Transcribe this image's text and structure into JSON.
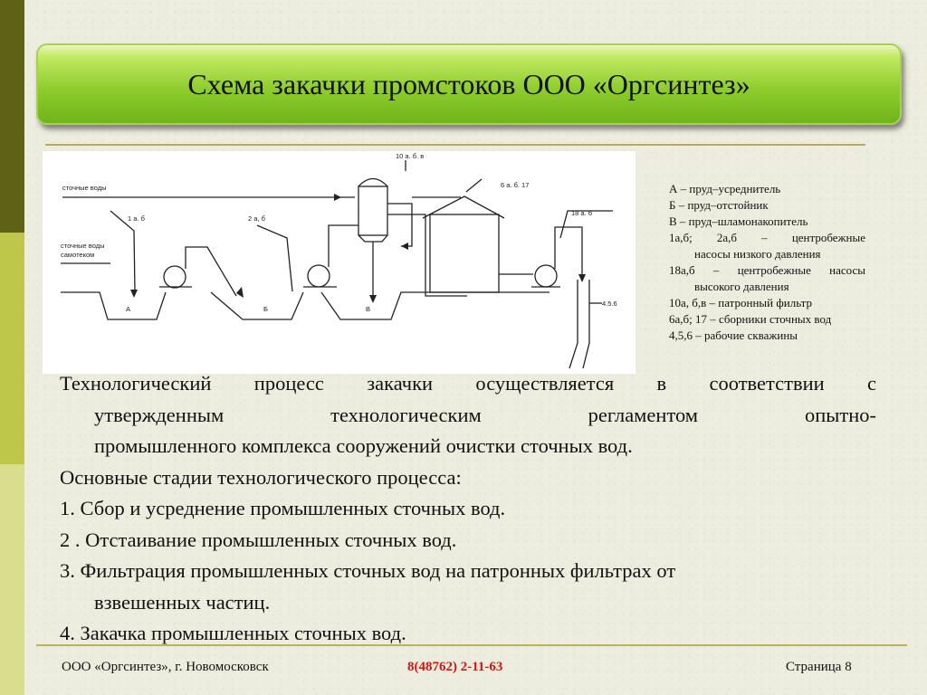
{
  "title": "Схема закачки промстоков ООО «Оргсинтез»",
  "diagram": {
    "labels": {
      "stochnye_vody": "сточные воды",
      "samotek_1": "сточные воды",
      "samotek_2": "самотеком",
      "pump_1ab": "1 а. б",
      "pump_2ab": "2 а, б",
      "filter_10abv": "10 а. б. в",
      "collector_6ab17": "6 а. б. 17",
      "pump_18ab": "18 а. б",
      "wells_456": "4.5.6",
      "pond_a": "А",
      "pond_b": "Б",
      "pond_v": "В"
    }
  },
  "legend": [
    "А – пруд–усреднитель",
    "Б – пруд–отстойник",
    "В – пруд–шламонакопитель",
    "1а,б; 2а,б – центробежные",
    "насосы низкого давления",
    "18а,б – центробежные насосы",
    "высокого давления",
    "10а, б,в – патронный фильтр",
    "6а,б; 17 – сборники сточных вод",
    "4,5,6 – рабочие скважины"
  ],
  "body": [
    "Технологический процесс закачки осуществляется в соответствии с",
    "утвержденным технологическим регламентом опытно-",
    "промышленного комплекса сооружений очистки сточных вод.",
    "Основные стадии технологического процесса:",
    "1.  Сбор и усреднение промышленных сточных вод.",
    "2 . Отстаивание промышленных сточных вод.",
    "3.  Фильтрация промышленных сточных вод на патронных фильтрах от",
    "взвешенных частиц.",
    "4.  Закачка промышленных сточных вод."
  ],
  "footer": {
    "company": "ООО «Оргсинтез», г. Новомосковск",
    "phone": "8(48762) 2-11-63",
    "page": "Страница 8"
  },
  "colors": {
    "sidebar_dark": "#5f6114",
    "sidebar_light": "#bfc74a",
    "sidebar_pale": "#d9de8e",
    "title_green": "#8fce2e",
    "phone_red": "#d61313"
  }
}
